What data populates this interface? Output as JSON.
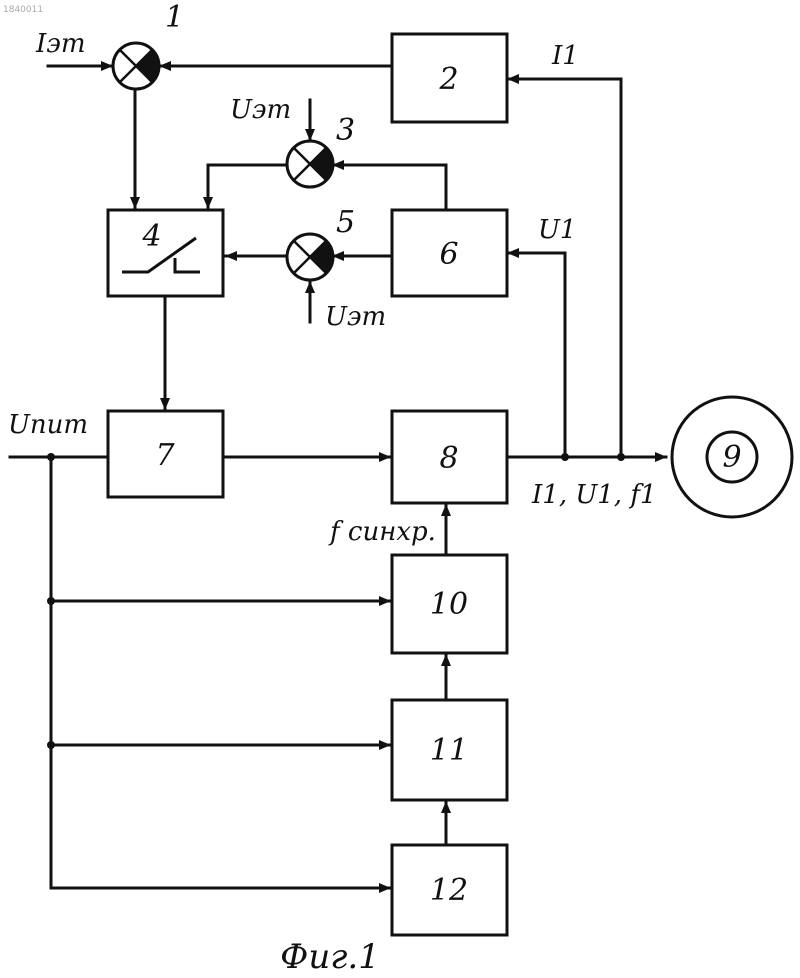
{
  "watermark": "1840011",
  "blocks": {
    "b2": "2",
    "b4": "4",
    "b6": "6",
    "b7": "7",
    "b8": "8",
    "b9": "9",
    "b10": "10",
    "b11": "11",
    "b12": "12"
  },
  "summators": {
    "s1": "1",
    "s3": "3",
    "s5": "5"
  },
  "signals": {
    "i_ref": "Iэт",
    "u_ref_3": "Uэт",
    "u_ref_5": "Uэт",
    "i1": "I1",
    "u1": "U1",
    "supply": "Uпит",
    "f_sync": "f синхр.",
    "output": "I1, U1, f1"
  },
  "caption": "Фиг.1"
}
